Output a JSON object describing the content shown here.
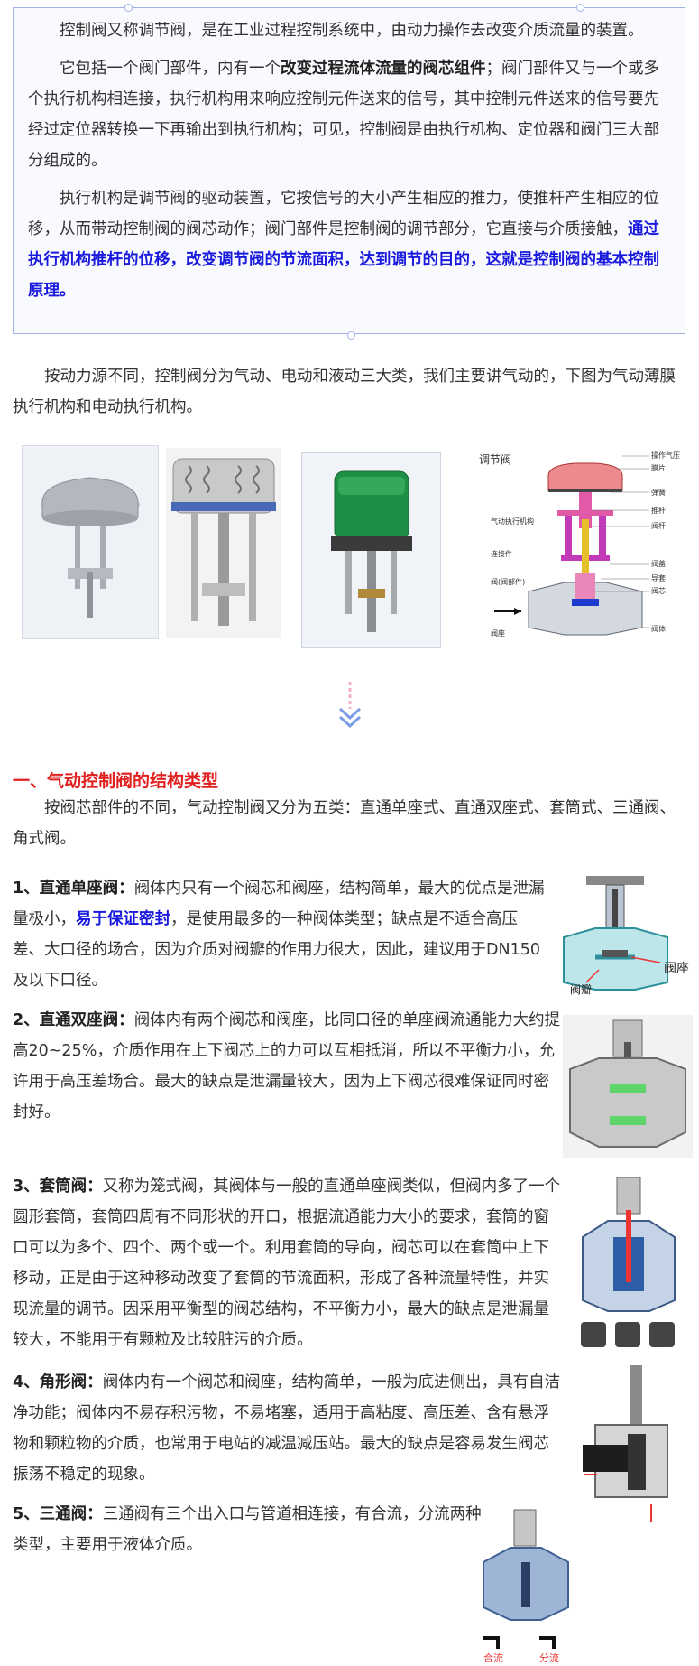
{
  "intro_box": {
    "p1": "控制阀又称调节阀，是在工业过程控制系统中，由动力操作去改变介质流量的装置。",
    "p2_a": "它包括一个阀门部件，内有一个",
    "p2_b": "改变过程流体流量的阀芯组件",
    "p2_c": "；阀门部件又与一个或多个执行机构相连接，执行机构用来响应控制元件送来的信号，其中控制元件送来的信号要先经过定位器转换一下再输出到执行机构；可见，控制阀是由执行机构、定位器和阀门三大部分组成的。",
    "p3_a": "执行机构是调节阀的驱动装置，它按信号的大小产生相应的推力，使推杆产生相应的位移，从而带动控制阀的阀芯动作；阀门部件是控制阀的调节部分，它直接与介质接触，",
    "p3_b": "通过执行机构推杆的位移，改变调节阀的节流面积，达到调节的目的，这就是控制阀的基本控制原理。"
  },
  "power_para": "按动力源不同，控制阀分为气动、电动和液动三大类，我们主要讲气动的，下图为气动薄膜执行机构和电动执行机构。",
  "diagram_labels": {
    "title": "调节阀",
    "left": [
      "气动执行机构",
      "连接件",
      "阀(阀部件)",
      "阀座"
    ],
    "right": [
      "操作气压",
      "膜片",
      "弹簧",
      "推杆",
      "阀杆",
      "阀盖",
      "导套",
      "阀芯",
      "阀体"
    ]
  },
  "section": {
    "title": "一、气动控制阀的结构类型",
    "intro": "按阀芯部件的不同，气动控制阀又分为五类：直通单座式、直通双座式、套筒式、三通阀、角式阀。"
  },
  "items": [
    {
      "head": "1、直通单座阀：",
      "a": "阀体内只有一个阀芯和阀座，结构简单，最大的优点是泄漏量极小，",
      "b": "易于保证密封",
      "c": "，是使用最多的一种阀体类型；缺点是不适合高压差、大口径的场合，因为介质对阀瓣的作用力很大，因此，建议用于DN150及以下口径。",
      "fig_labels": [
        "阀座",
        "阀瓣"
      ]
    },
    {
      "head": "2、直通双座阀：",
      "a": "阀体内有两个阀芯和阀座，比同口径的单座阀流通能力大约提高20~25%，介质作用在上下阀芯上的力可以互相抵消，所以不平衡力小，允许用于高压差场合。最大的缺点是泄漏量较大，因为上下阀芯很难保证同时密封好。"
    },
    {
      "head": "3、套筒阀：",
      "a": "又称为笼式阀，其阀体与一般的直通单座阀类似，但阀内多了一个圆形套筒，套筒四周有不同形状的开口，根据流通能力大小的要求，套筒的窗口可以为多个、四个、两个或一个。利用套筒的导向，阀芯可以在套筒中上下移动，正是由于这种移动改变了套筒的节流面积，形成了各种流量特性，并实现流量的调节。因采用平衡型的阀芯结构，不平衡力小，最大的缺点是泄漏量较大，不能用于有颗粒及比较脏污的介质。"
    },
    {
      "head": "4、角形阀：",
      "a": "阀体内有一个阀芯和阀座，结构简单，一般为底进侧出，具有自洁净功能；阀体内不易存积污物，不易堵塞，适用于高粘度、高压差、含有悬浮物和颗粒物的介质，也常用于电站的减温减压站。最大的缺点是容易发生阀芯振荡不稳定的现象。"
    },
    {
      "head": "5、三通阀：",
      "a": "三通阀有三个出入口与管道相连接，有合流，分流两种类型，主要用于液体介质。",
      "fig_labels": [
        "合流",
        "分流"
      ]
    }
  ],
  "colors": {
    "accent_red": "#e21f1f",
    "accent_blue": "#1a1adf",
    "box_border": "#9db3e2"
  }
}
